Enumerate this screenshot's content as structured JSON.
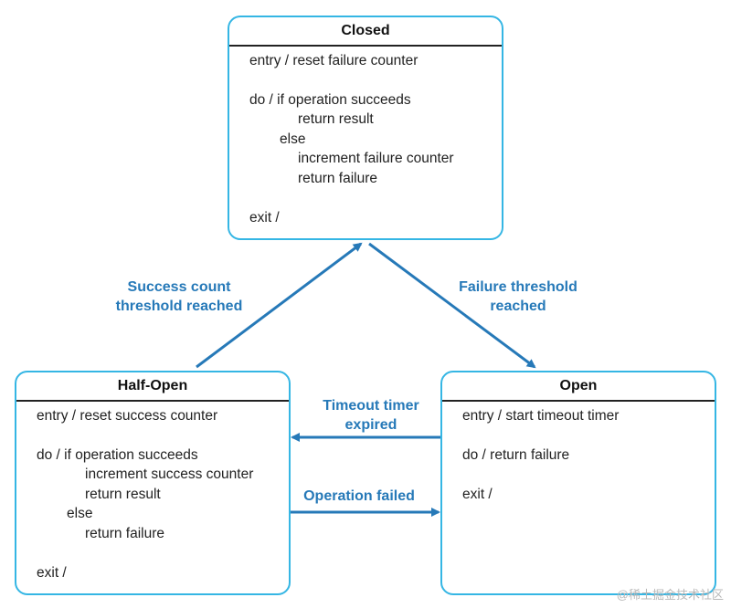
{
  "states": {
    "closed": {
      "title": "Closed",
      "lines": [
        "entry / reset failure counter",
        "do / if operation succeeds",
        "return result",
        "else",
        "increment failure counter",
        "return failure",
        "exit /"
      ]
    },
    "half_open": {
      "title": "Half-Open",
      "lines": [
        "entry / reset success counter",
        "do / if operation succeeds",
        "increment success counter",
        "return result",
        "else",
        "return failure",
        "exit /"
      ]
    },
    "open": {
      "title": "Open",
      "lines": [
        "entry / start timeout timer",
        "do / return failure",
        "exit /"
      ]
    }
  },
  "transitions": {
    "success_threshold": [
      "Success count",
      "threshold reached"
    ],
    "failure_threshold": [
      "Failure threshold",
      "reached"
    ],
    "timeout_expired": [
      "Timeout timer",
      "expired"
    ],
    "operation_failed": "Operation failed"
  },
  "colors": {
    "state_border": "#35b6e4",
    "arrow": "#2679b8",
    "label": "#2679b8"
  },
  "watermark": "@稀土掘金技术社区"
}
